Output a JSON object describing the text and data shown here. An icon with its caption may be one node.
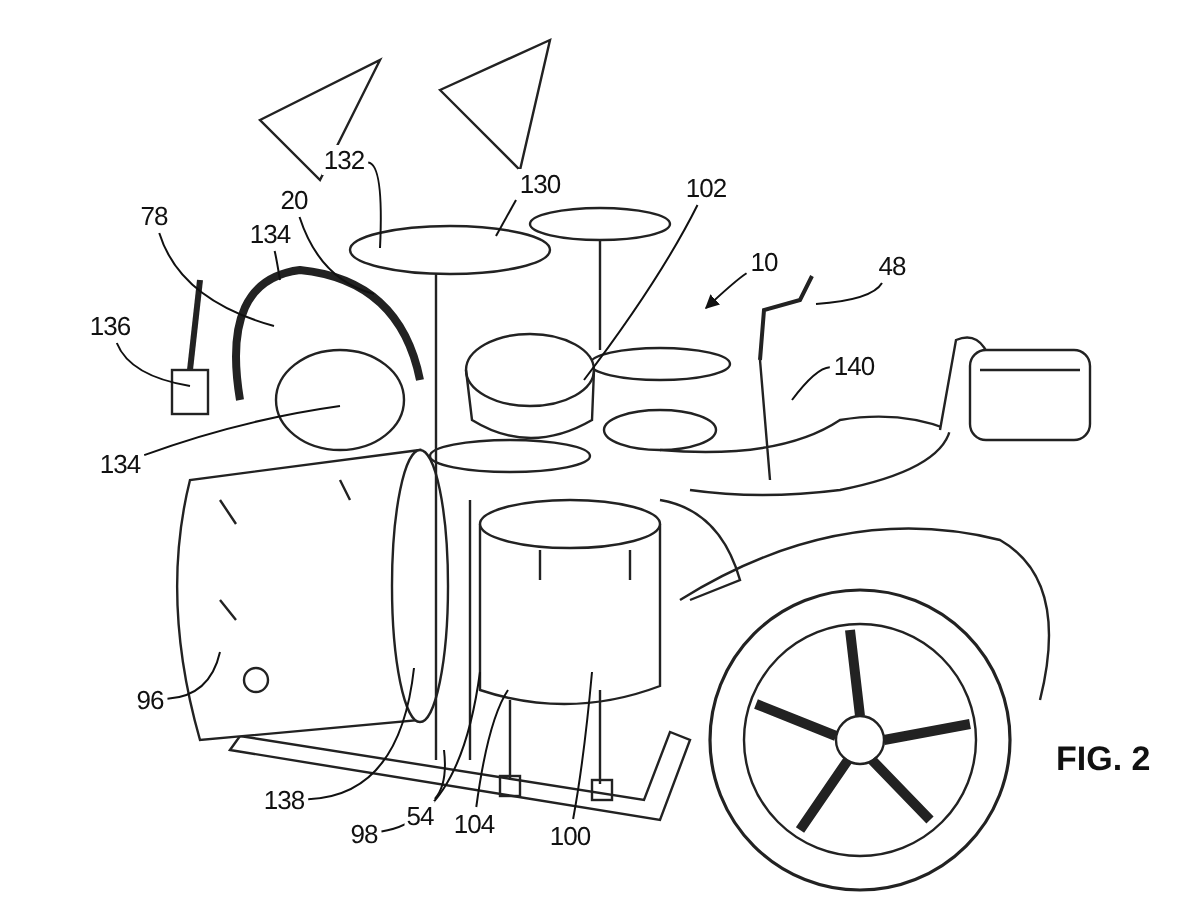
{
  "diagram": {
    "nodes": [
      {
        "text": [
          "132"
        ]
      },
      {
        "text": [
          "130"
        ]
      },
      {
        "text": [
          "102"
        ]
      },
      {
        "text": [
          "20"
        ]
      },
      {
        "text": [
          "78"
        ]
      },
      {
        "text": [
          "134"
        ]
      },
      {
        "text": [
          "10"
        ]
      },
      {
        "text": [
          "48"
        ]
      },
      {
        "text": [
          "136"
        ]
      },
      {
        "text": [
          "140"
        ]
      },
      {
        "text": [
          "134"
        ]
      },
      {
        "text": [
          "96"
        ]
      },
      {
        "text": [
          "138"
        ]
      },
      {
        "text": [
          "98"
        ]
      },
      {
        "text": [
          "54"
        ]
      },
      {
        "text": [
          "104"
        ]
      },
      {
        "text": [
          "100"
        ]
      }
    ],
    "edges": [
      {
        "from": 0,
        "to": null,
        "arrow": "none"
      },
      {
        "from": 1,
        "to": null,
        "arrow": "none"
      },
      {
        "from": 2,
        "to": null,
        "arrow": "none"
      },
      {
        "from": 3,
        "to": null,
        "arrow": "none"
      },
      {
        "from": 4,
        "to": null,
        "arrow": "none"
      },
      {
        "from": 5,
        "to": null,
        "arrow": "none"
      },
      {
        "from": 6,
        "to": null,
        "arrow": "to"
      },
      {
        "from": 7,
        "to": null,
        "arrow": "none"
      },
      {
        "from": 8,
        "to": null,
        "arrow": "none"
      },
      {
        "from": 9,
        "to": null,
        "arrow": "none"
      },
      {
        "from": 10,
        "to": null,
        "arrow": "none"
      },
      {
        "from": 11,
        "to": null,
        "arrow": "none"
      },
      {
        "from": 12,
        "to": null,
        "arrow": "none"
      },
      {
        "from": 13,
        "to": null,
        "arrow": "none"
      },
      {
        "from": 14,
        "to": null,
        "arrow": "none"
      },
      {
        "from": 15,
        "to": null,
        "arrow": "none"
      },
      {
        "from": 16,
        "to": null,
        "arrow": "none"
      }
    ],
    "labels": [
      "FIG. 2"
    ]
  }
}
